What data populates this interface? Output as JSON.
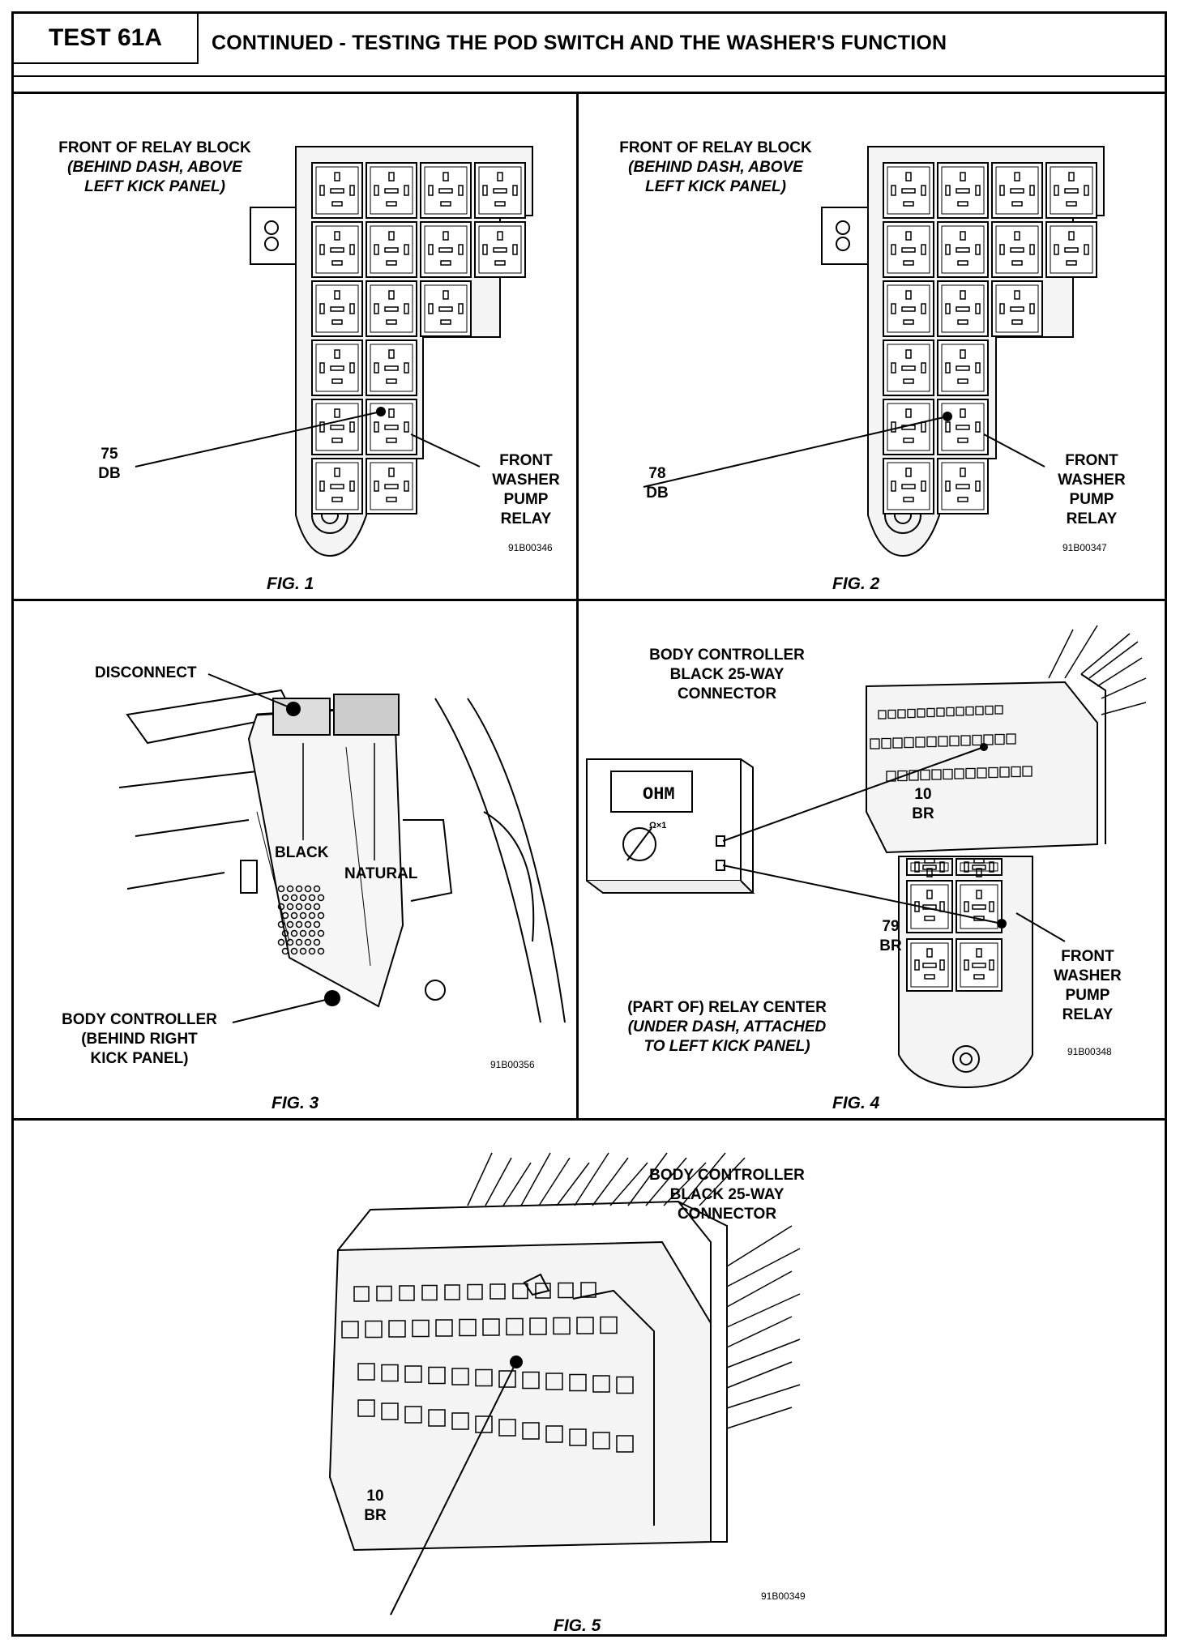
{
  "header": {
    "test_id": "TEST 61A",
    "title": "CONTINUED - TESTING THE POD SWITCH AND THE WASHER'S FUNCTION"
  },
  "fig1": {
    "caption": "FIG. 1",
    "title_lines": [
      "FRONT OF RELAY BLOCK",
      "(BEHIND DASH, ABOVE",
      "LEFT KICK PANEL)"
    ],
    "pin_label": [
      "75",
      "DB"
    ],
    "relay_label": [
      "FRONT",
      "WASHER",
      "PUMP",
      "RELAY"
    ],
    "code": "91B00346"
  },
  "fig2": {
    "caption": "FIG. 2",
    "title_lines": [
      "FRONT OF RELAY BLOCK",
      "(BEHIND DASH, ABOVE",
      "LEFT KICK PANEL)"
    ],
    "pin_label": [
      "78",
      "DB"
    ],
    "relay_label": [
      "FRONT",
      "WASHER",
      "PUMP",
      "RELAY"
    ],
    "code": "91B00347"
  },
  "fig3": {
    "caption": "FIG. 3",
    "disconnect": "DISCONNECT",
    "black": "BLACK",
    "natural": "NATURAL",
    "controller_lines": [
      "BODY CONTROLLER",
      "(BEHIND RIGHT",
      "KICK PANEL)"
    ],
    "code": "91B00356"
  },
  "fig4": {
    "caption": "FIG. 4",
    "connector_lines": [
      "BODY CONTROLLER",
      "BLACK 25-WAY",
      "CONNECTOR"
    ],
    "meter_display": "OHM",
    "meter_range": "Ω×1",
    "pin_a": [
      "10",
      "BR"
    ],
    "pin_b": [
      "79",
      "BR"
    ],
    "relay_label": [
      "FRONT",
      "WASHER",
      "PUMP",
      "RELAY"
    ],
    "relay_center_lines": [
      "(PART OF) RELAY CENTER",
      "(UNDER DASH, ATTACHED",
      "TO LEFT KICK PANEL)"
    ],
    "code": "91B00348"
  },
  "fig5": {
    "caption": "FIG. 5",
    "connector_lines": [
      "BODY CONTROLLER",
      "BLACK 25-WAY",
      "CONNECTOR"
    ],
    "pin": [
      "10",
      "BR"
    ],
    "code": "91B00349"
  }
}
